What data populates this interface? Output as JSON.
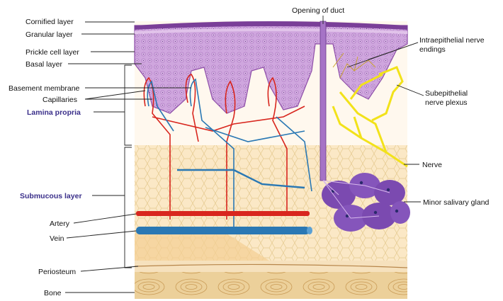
{
  "labels": {
    "cornified_layer": "Cornified layer",
    "granular_layer": "Granular layer",
    "prickle_cell_layer": "Prickle cell layer",
    "basal_layer": "Basal layer",
    "basement_membrane": "Basement membrane",
    "capillaries": "Capillaries",
    "lamina_propria": "Lamina propria",
    "submucous_layer": "Submucous layer",
    "artery": "Artery",
    "vein": "Vein",
    "periosteum": "Periosteum",
    "bone": "Bone",
    "opening_of_duct": "Opening of duct",
    "intraepithelial_nerve_endings_1": "Intraepithelial nerve",
    "intraepithelial_nerve_endings_2": "endings",
    "subepithelial_nerve_plexus_1": "Subepithelial",
    "subepithelial_nerve_plexus_2": "nerve plexus",
    "nerve": "Nerve",
    "minor_salivary_gland": "Minor salivary gland"
  },
  "colors": {
    "epithelium": "#c79bd6",
    "epithelium_dark": "#8e4fa8",
    "surface": "#7a3f98",
    "connective": "#fdf3e2",
    "submucosa": "#f5deb3",
    "bone": "#e8c98e",
    "artery": "#d8261e",
    "vein": "#2a78b4",
    "nerve": "#f2e21a",
    "gland": "#7b4ab0",
    "accent_text": "#3a2f8a"
  }
}
